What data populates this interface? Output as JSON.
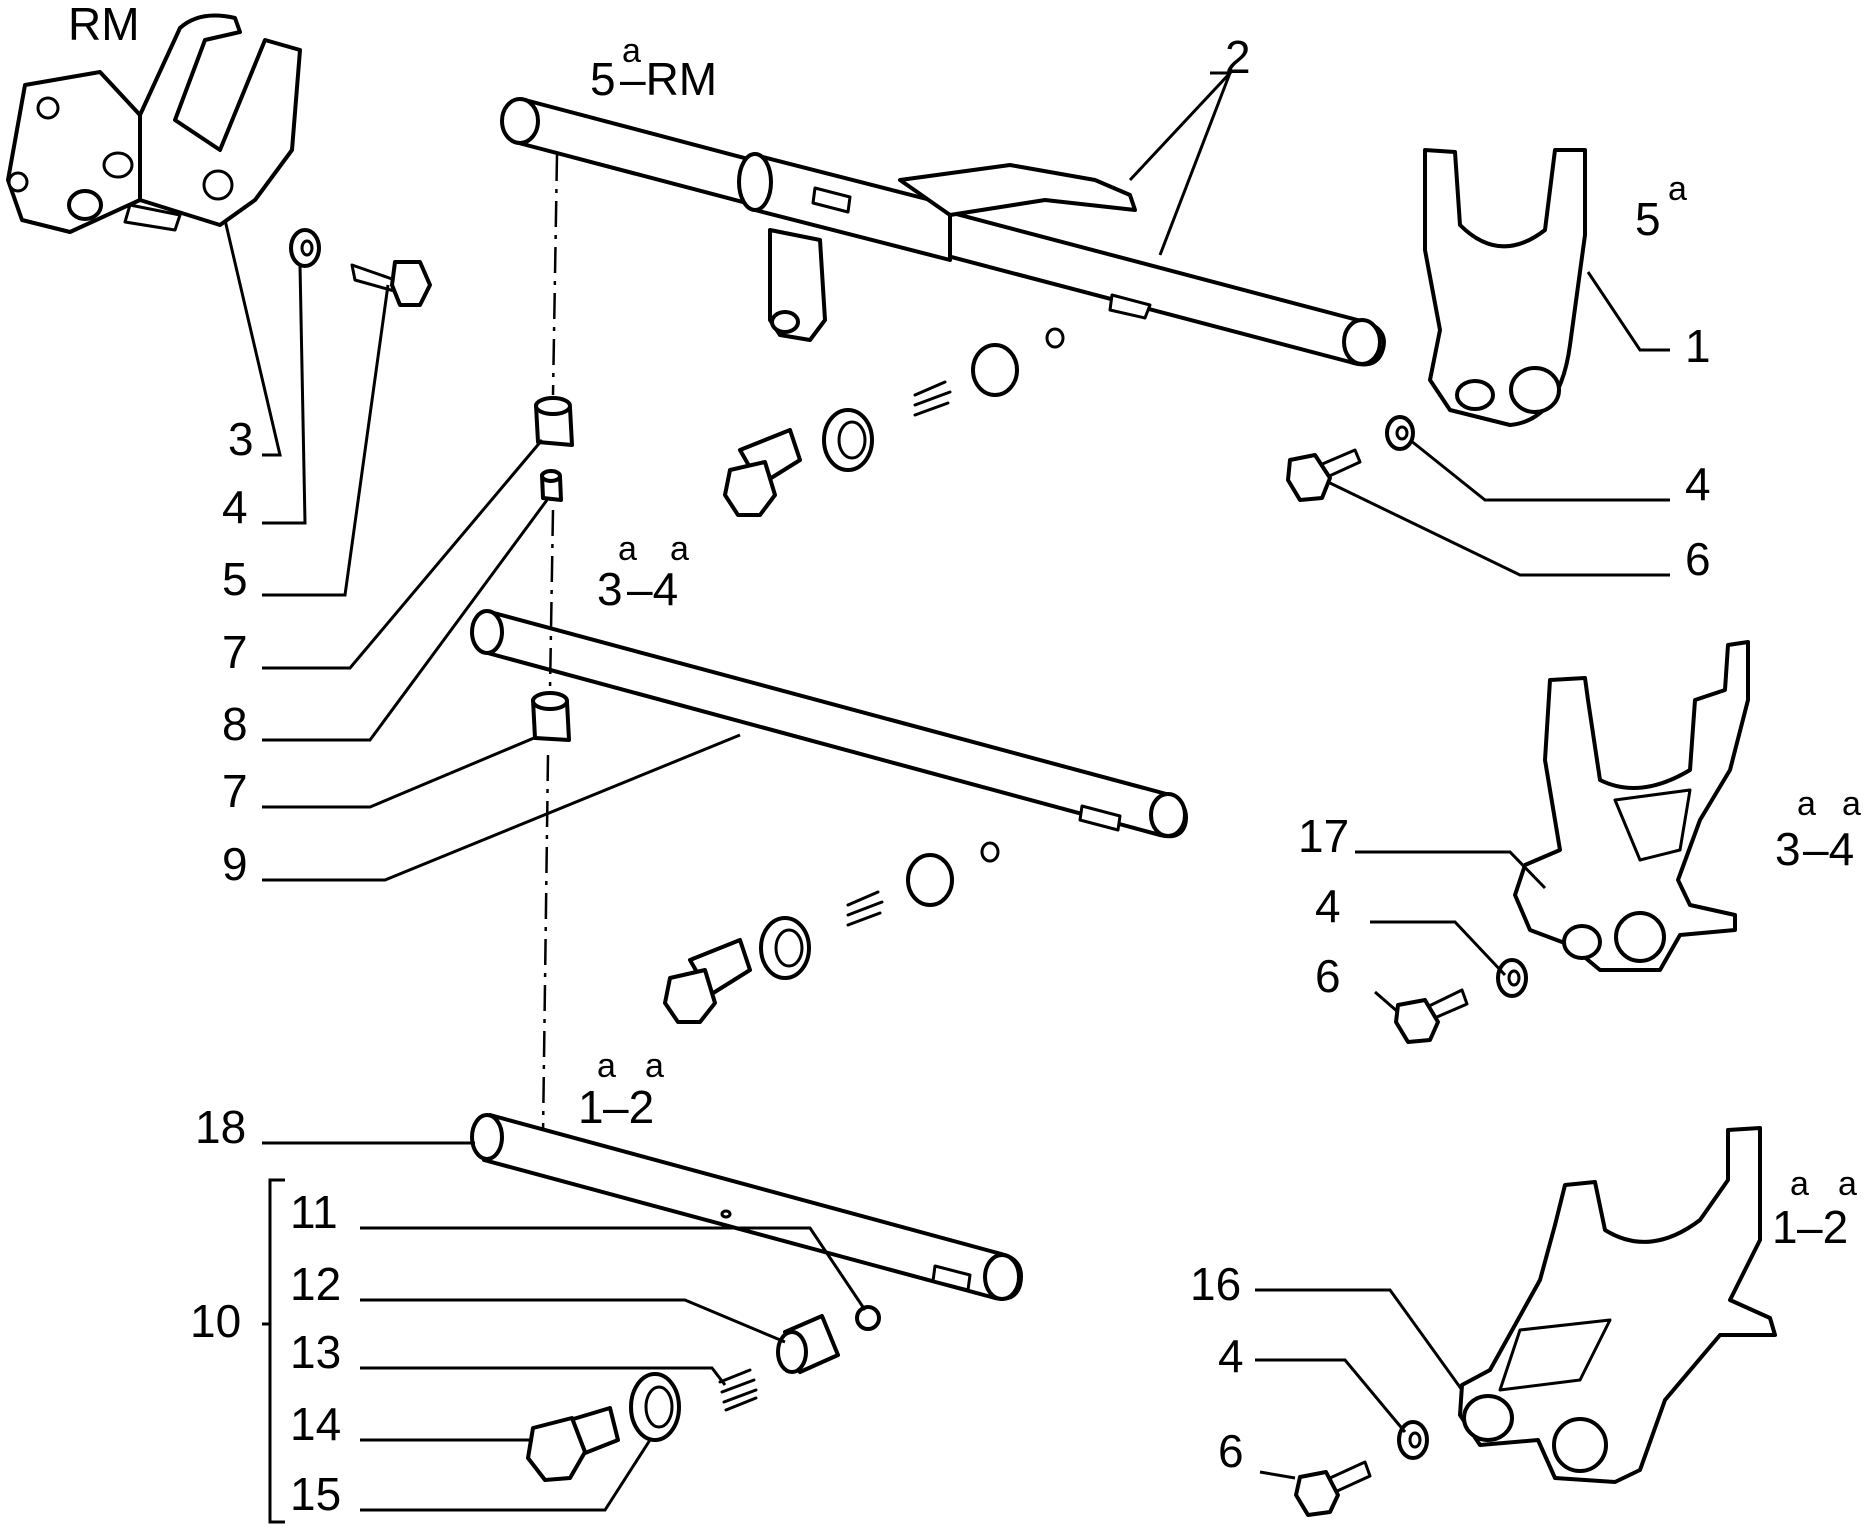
{
  "callouts": {
    "c1": "1",
    "c2": "2",
    "c3": "3",
    "c4a": "4",
    "c4b": "4",
    "c4c": "4",
    "c4d": "4",
    "c5": "5",
    "c6a": "6",
    "c6b": "6",
    "c6c": "6",
    "c7a": "7",
    "c7b": "7",
    "c8": "8",
    "c9": "9",
    "c10": "10",
    "c11": "11",
    "c12": "12",
    "c13": "13",
    "c14": "14",
    "c15": "15",
    "c16": "16",
    "c17": "17",
    "c18": "18"
  },
  "gear_labels": {
    "rm": "RM",
    "fifth_rm": {
      "base": "5",
      "sup": "a",
      "tail": "–RM"
    },
    "fifth": {
      "base": "5",
      "sup": "a"
    },
    "third_fourth_rod": {
      "base1": "3",
      "sup1": "a",
      "mid": "–4",
      "sup2": "a"
    },
    "third_fourth_fork": {
      "base1": "3",
      "sup1": "a",
      "mid": "–4",
      "sup2": "a"
    },
    "first_second_rod": {
      "base1": "1",
      "sup1": "a",
      "mid": "–2",
      "sup2": "a"
    },
    "first_second_fork": {
      "base1": "1",
      "sup1": "a",
      "mid": "–2",
      "sup2": "a"
    }
  }
}
